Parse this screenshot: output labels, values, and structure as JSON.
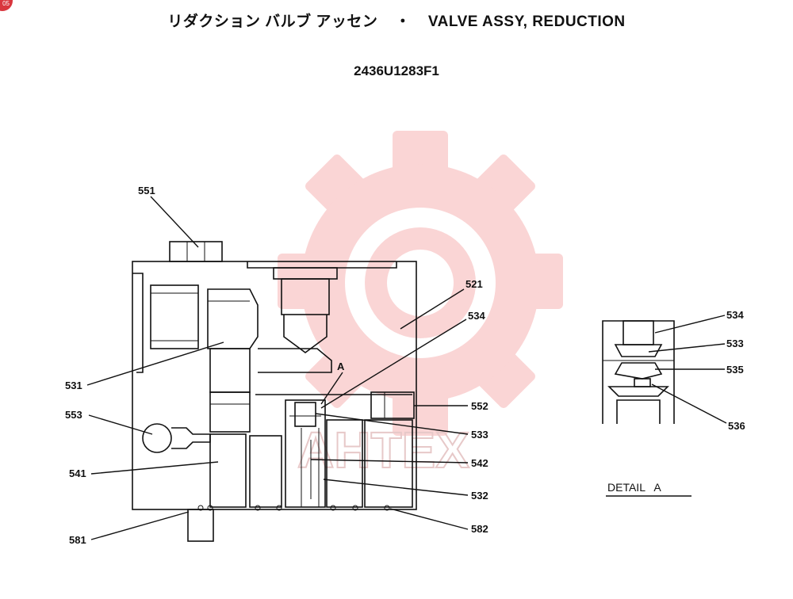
{
  "header": {
    "title_jp": "リダクション バルブ アッセン",
    "separator": "・",
    "title_en": "VALVE ASSY, REDUCTION",
    "part_number": "2436U1283F1"
  },
  "badge_text": "05",
  "watermark": {
    "text": "AHTEX",
    "color": "#f5b8b8"
  },
  "callouts": {
    "c551": "551",
    "c521": "521",
    "c534": "534",
    "c531": "531",
    "c552": "552",
    "c553": "553",
    "c533": "533",
    "c541": "541",
    "c542": "542",
    "c532": "532",
    "c581": "581",
    "c582": "582",
    "detail_marker": "A"
  },
  "detail": {
    "c534": "534",
    "c533": "533",
    "c535": "535",
    "c536": "536",
    "caption": "DETAIL   A"
  }
}
